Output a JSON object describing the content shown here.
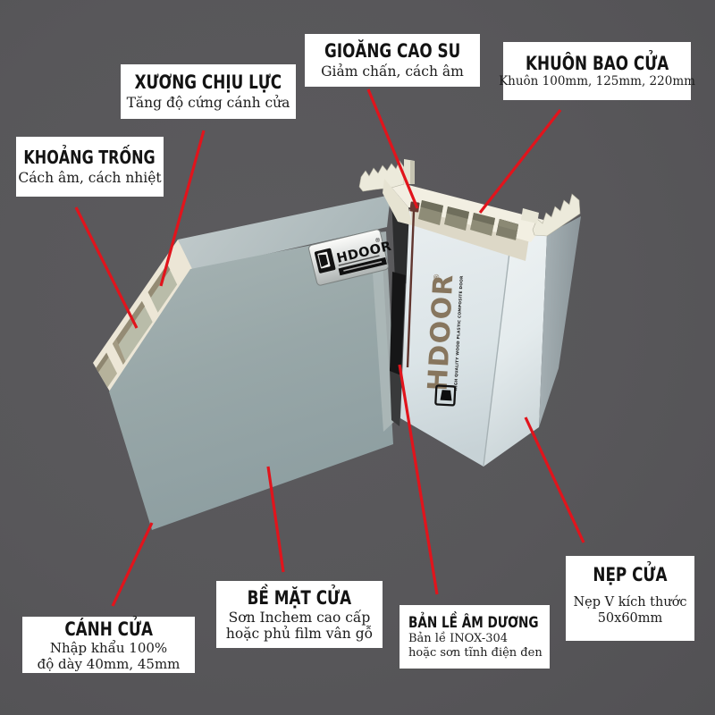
{
  "colors": {
    "background": "#58575a",
    "leader_line": "#e1141c",
    "callout_bg": "#ffffff",
    "callout_text": "#131313",
    "door_leaf_face": "#96a5a6",
    "frame_face": "#dde6e8",
    "cross_section_cream": "#ece6d6",
    "logo_taupe": "#87765e",
    "gasket_maroon": "#61352e"
  },
  "callouts": [
    {
      "id": "xuong-chiu-luc",
      "title": "XƯƠNG CHỊU LỰC",
      "lines": [
        "Tăng độ cứng cánh cửa"
      ]
    },
    {
      "id": "gioang-cao-su",
      "title": "GIOĂNG CAO SU",
      "lines": [
        "Giảm chấn, cách âm"
      ]
    },
    {
      "id": "khuon-bao-cua",
      "title": "KHUÔN BAO CỬA",
      "lines": [
        "Khuôn 100mm, 125mm, 220mm"
      ]
    },
    {
      "id": "khoang-trong",
      "title": "KHOẢNG TRỐNG",
      "lines": [
        "Cách âm, cách nhiệt"
      ]
    },
    {
      "id": "canh-cua",
      "title": "CÁNH CỬA",
      "lines": [
        "Nhập khẩu 100%",
        "độ dày 40mm, 45mm"
      ]
    },
    {
      "id": "be-mat-cua",
      "title": "BỀ MẶT CỬA",
      "lines": [
        "Sơn Inchem cao cấp",
        "hoặc phủ film vân gỗ"
      ]
    },
    {
      "id": "ban-le-am-duong",
      "title": "BẢN LỀ ÂM DƯƠNG",
      "lines": [
        "Bản lề INOX-304",
        "hoặc sơn tĩnh điện đen"
      ]
    },
    {
      "id": "nep-cua",
      "title": "NẸP CỬA",
      "lines": [
        "Nẹp V kích thước",
        "50x60mm"
      ]
    }
  ],
  "product": {
    "badge": {
      "brand": "HDOOR",
      "reg": "®"
    },
    "vertical_logo": {
      "brand": "HDOOR",
      "reg": "®",
      "tagline": "HIGH QUALITY WOOD PLASTIC COMPOSITE DOOR"
    }
  }
}
